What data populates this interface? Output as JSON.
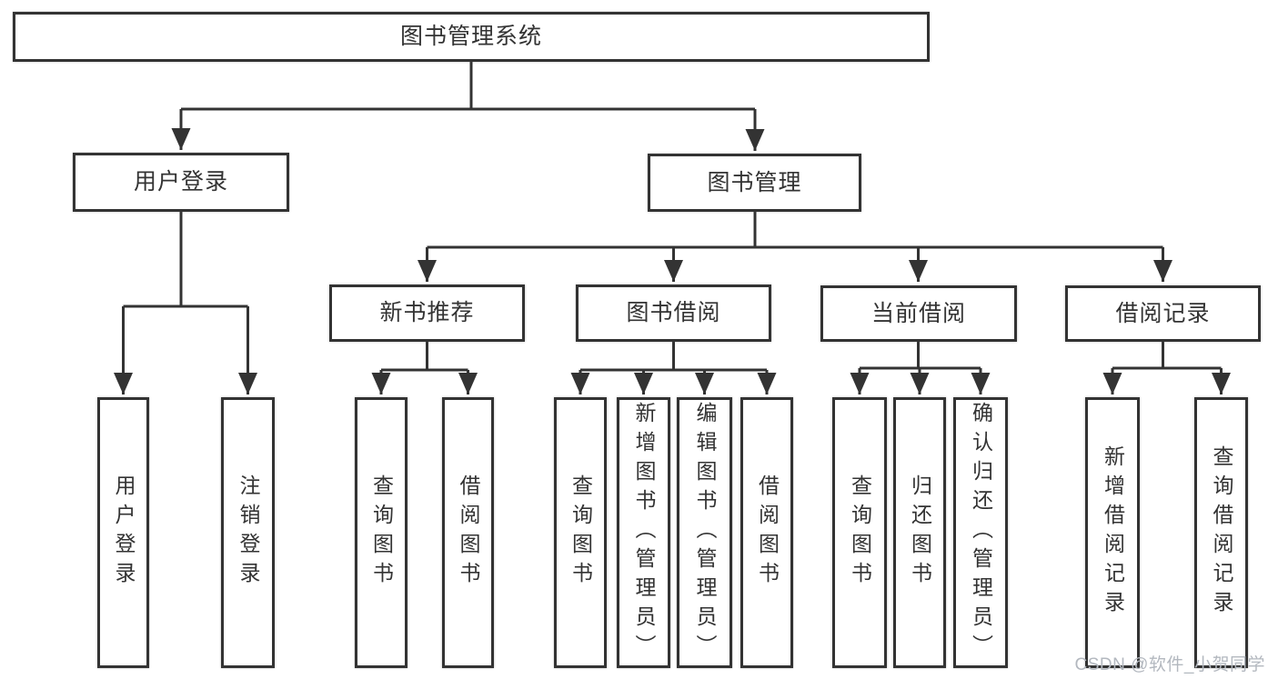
{
  "colors": {
    "line": "#333333",
    "box_border": "#333333",
    "text": "#333333",
    "background": "#ffffff",
    "watermark": "#b3b8bf"
  },
  "diagram": {
    "root": {
      "label": "图书管理系统"
    },
    "branches": [
      {
        "label": "用户登录",
        "children": [
          "用户登录",
          "注销登录"
        ]
      },
      {
        "label": "图书管理",
        "children": [
          {
            "label": "新书推荐",
            "children": [
              "查询图书",
              "借阅图书"
            ]
          },
          {
            "label": "图书借阅",
            "children": [
              "查询图书",
              "新增图书（管理员）",
              "编辑图书（管理员）",
              "借阅图书"
            ]
          },
          {
            "label": "当前借阅",
            "children": [
              "查询图书",
              "归还图书",
              "确认归还（管理员）"
            ]
          },
          {
            "label": "借阅记录",
            "children": [
              "新增借阅记录",
              "查询借阅记录"
            ]
          }
        ]
      }
    ]
  },
  "watermark": "CSDN @软件_小贺同学"
}
